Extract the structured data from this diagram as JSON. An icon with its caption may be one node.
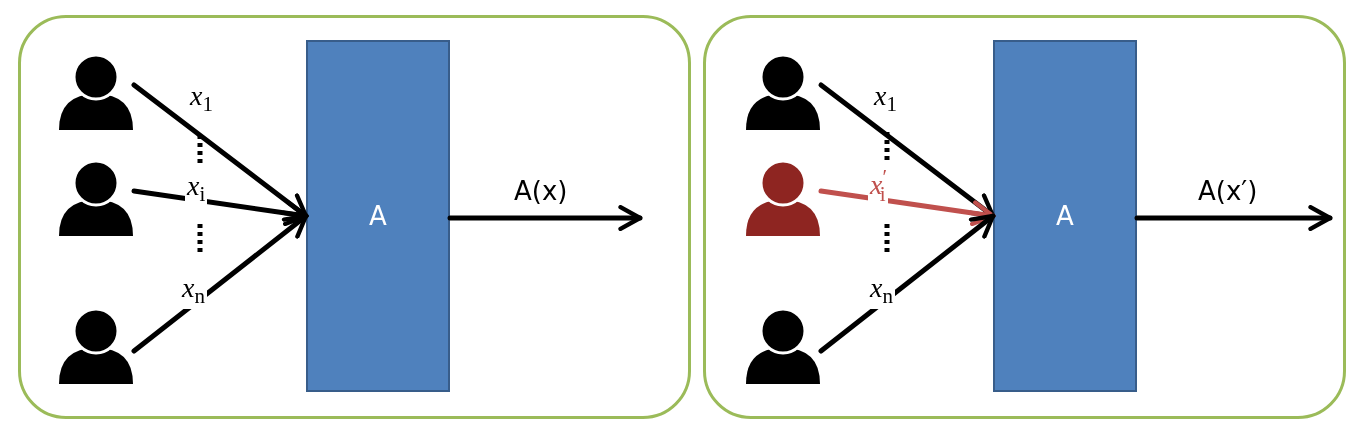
{
  "diagram": {
    "nodes": [
      {
        "text": [],
        "shape": "box"
      },
      {
        "text": [],
        "shape": "person",
        "in": 0
      },
      {
        "text": [],
        "shape": "person",
        "in": 0
      },
      {
        "text": [],
        "shape": "person",
        "in": 0
      },
      {
        "text": [
          "A"
        ],
        "in": 0
      },
      {
        "text": [],
        "shape": "box"
      },
      {
        "text": [],
        "shape": "person",
        "in": 5
      },
      {
        "text": [],
        "shape": "person",
        "in": 5
      },
      {
        "text": [],
        "shape": "person",
        "in": 5
      },
      {
        "text": [
          "A"
        ],
        "in": 5
      }
    ],
    "edges": [
      {
        "from": 1,
        "to": 4,
        "arrow": "to",
        "label": "*x*$_{1}$"
      },
      {
        "from": 2,
        "to": 4,
        "arrow": "to",
        "label": "*x*$_{i}$"
      },
      {
        "from": 3,
        "to": 4,
        "arrow": "to",
        "label": "*x*$_{n}$"
      },
      {
        "from": 4,
        "to": null,
        "arrow": "to",
        "label": "A(x)"
      },
      {
        "from": 6,
        "to": 9,
        "arrow": "to",
        "label": "*x*$_{1}$"
      },
      {
        "from": 7,
        "to": 9,
        "arrow": "to",
        "label": "*x*$^{′}$$_{i}$",
        "color": "#c0504d"
      },
      {
        "from": 8,
        "to": 9,
        "arrow": "to",
        "label": "*x*$_{n}$"
      },
      {
        "from": 9,
        "to": null,
        "arrow": "to",
        "label": "A(x′)"
      }
    ]
  }
}
